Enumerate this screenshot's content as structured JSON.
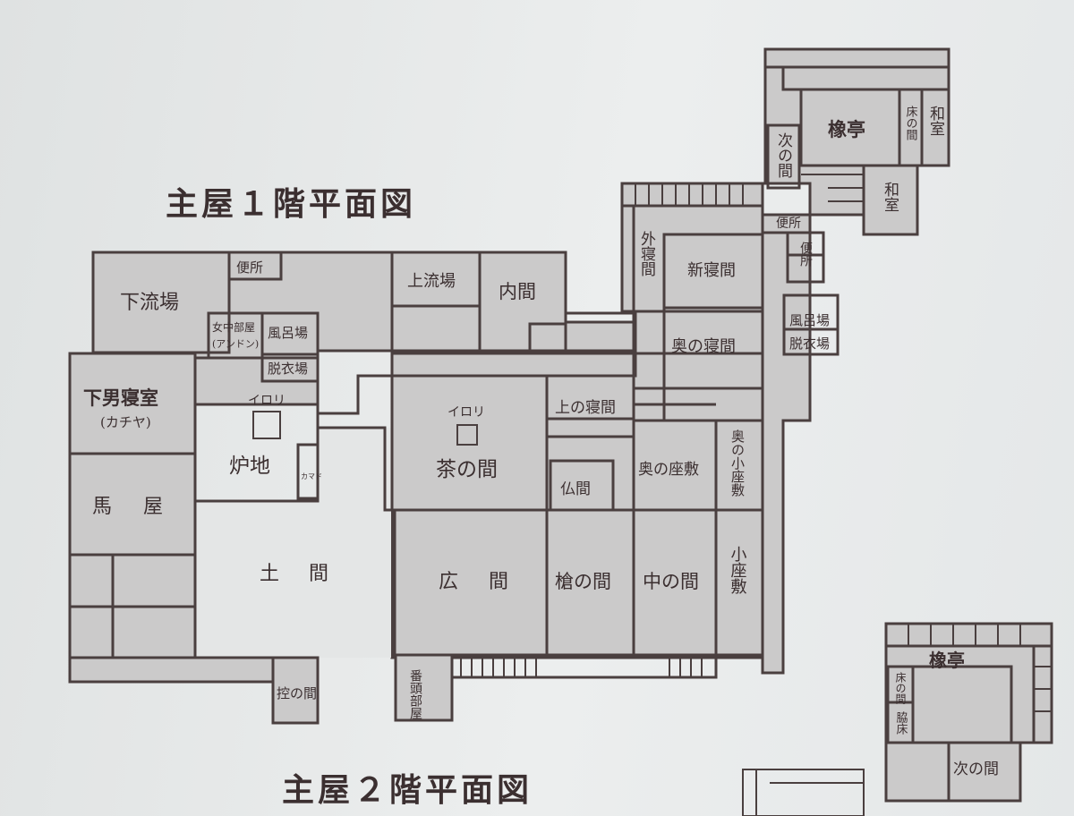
{
  "titles": {
    "floor1": "主屋１階平面図",
    "floor2": "主屋２階平面図"
  },
  "rooms": {
    "shimo_nagareba": "下流場",
    "benjo_1": "便所",
    "jochu_beya": "女中部屋",
    "andon": "(アンドン)",
    "furoba_1": "風呂場",
    "datsuiba_1": "脱衣場",
    "shimootoko": "下男寝室",
    "kachiya": "(カチヤ)",
    "irori_1": "イロリ",
    "roji": "炉地",
    "kamado": "カマド",
    "umaya_1": "馬",
    "umaya_2": "屋",
    "doma_1": "土",
    "doma_2": "間",
    "hikae": "控の間",
    "kami_nagareba": "上流場",
    "uchima": "内間",
    "irori_2": "イロリ",
    "chanoma": "茶の間",
    "kami_shinma": "上の寝間",
    "butsuma": "仏間",
    "oku_zashiki": "奥の座敷",
    "oku_kozashiki": "奥の小座敷",
    "hiroma_1": "広",
    "hiroma_2": "間",
    "yari": "槍の間",
    "naka": "中の間",
    "kozashiki": "小座敷",
    "bantou": "番頭部屋",
    "soto_shinma": "外寝間",
    "shin_shinma": "新寝間",
    "oku_shinma": "奥の寝間",
    "benjo_2": "便所",
    "benjo_3": "便所",
    "furoba_2": "風呂場",
    "datsuiba_2": "脱衣場",
    "tsugi_1": "次の間",
    "shotei_1": "橡亭",
    "tokonoma_1": "床の間",
    "washitsu_1": "和室",
    "washitsu_2": "和室",
    "tokonoma_2": "床の間",
    "wakidoko": "脇床",
    "shotei_2": "橡亭",
    "tsugi_2": "次の間"
  }
}
